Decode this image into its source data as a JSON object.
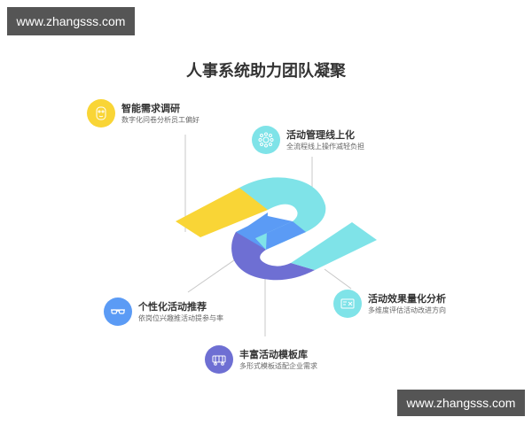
{
  "watermark": {
    "top_text": "www.zhangsss.com",
    "bottom_text": "www.zhangsss.com"
  },
  "title": "人事系统助力团队凝聚",
  "colors": {
    "yellow": "#F9D536",
    "cyan": "#7FE3E8",
    "blue": "#5B9BF5",
    "purple": "#6E6FD3",
    "leader_line": "#C8C8C8",
    "watermark_bg": "#555555"
  },
  "features": [
    {
      "id": "needs-research",
      "name": "智能需求调研",
      "desc": "数字化问卷分析员工偏好",
      "icon": "face-icon",
      "color": "#F9D536"
    },
    {
      "id": "online-management",
      "name": "活动管理线上化",
      "desc": "全流程线上操作减轻负担",
      "icon": "network-icon",
      "color": "#7FE3E8"
    },
    {
      "id": "effect-analysis",
      "name": "活动效果量化分析",
      "desc": "多维度评估活动改进方向",
      "icon": "report-card-icon",
      "color": "#7FE3E8"
    },
    {
      "id": "personal-recommend",
      "name": "个性化活动推荐",
      "desc": "依岗位兴趣推活动提参与率",
      "icon": "glasses-icon",
      "color": "#5B9BF5"
    },
    {
      "id": "template-library",
      "name": "丰富活动模板库",
      "desc": "多形式模板适配企业需求",
      "icon": "truck-icon",
      "color": "#6E6FD3"
    }
  ]
}
